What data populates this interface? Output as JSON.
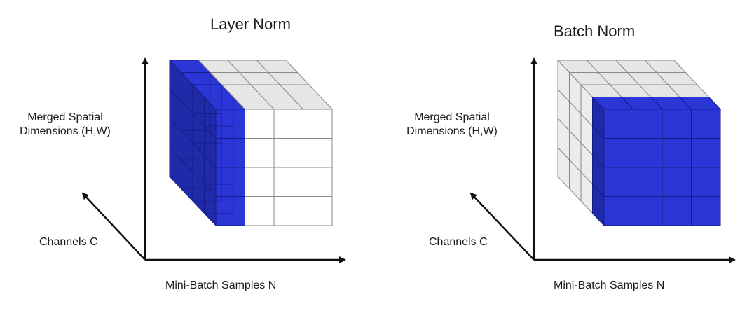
{
  "panels": [
    {
      "id": "layer-norm",
      "title": "Layer Norm",
      "y_axis_label": [
        "Merged Spatial",
        "Dimensions (H,W)"
      ],
      "z_axis_label": "Channels C",
      "x_axis_label": "Mini-Batch Samples N",
      "highlight": "first sample slice across all channels and spatial dimensions"
    },
    {
      "id": "batch-norm",
      "title": "Batch Norm",
      "y_axis_label": [
        "Merged Spatial",
        "Dimensions (H,W)"
      ],
      "z_axis_label": "Channels C",
      "x_axis_label": "Mini-Batch Samples N",
      "highlight": "front channel slice across all samples and spatial dimensions"
    }
  ],
  "grid": {
    "samples": 4,
    "channels": 4,
    "spatial": 4
  },
  "colors": {
    "highlight": "#2a36d6",
    "highlight_dark": "#1f2aa8",
    "grey_face": "#ececec",
    "grey_top": "#e6e6e6",
    "white_face": "#ffffff",
    "edge": "#8a8a8a",
    "axis": "#111111"
  }
}
